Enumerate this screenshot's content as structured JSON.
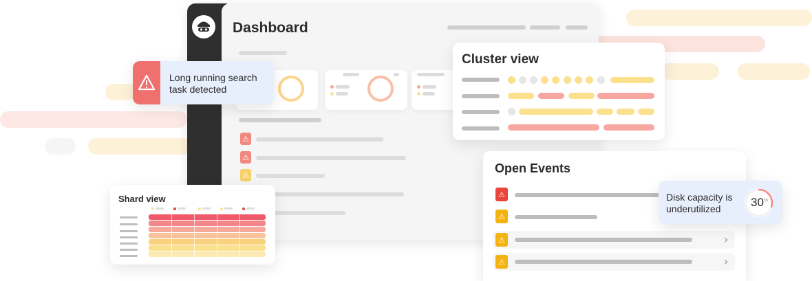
{
  "dashboard": {
    "title": "Dashboard"
  },
  "alert": {
    "text_line1": "Long running search",
    "text_line2": "task detected"
  },
  "cluster": {
    "title": "Cluster view"
  },
  "shard": {
    "title": "Shard view"
  },
  "events": {
    "title": "Open Events"
  },
  "disk": {
    "line1": "Disk capacity is",
    "line2": "underutilized",
    "value": "30",
    "unit": "%",
    "fraction": 0.3
  },
  "icons": {
    "logo": "spy-mask-icon",
    "warning": "warning-triangle-icon",
    "chevron": "chevron-right-icon"
  },
  "colors": {
    "red": "#f07070",
    "yellow": "#fbe08e",
    "salmon": "#f7a7a0",
    "sidebar": "#2f2f2f",
    "accent_panel": "#e8effc"
  }
}
